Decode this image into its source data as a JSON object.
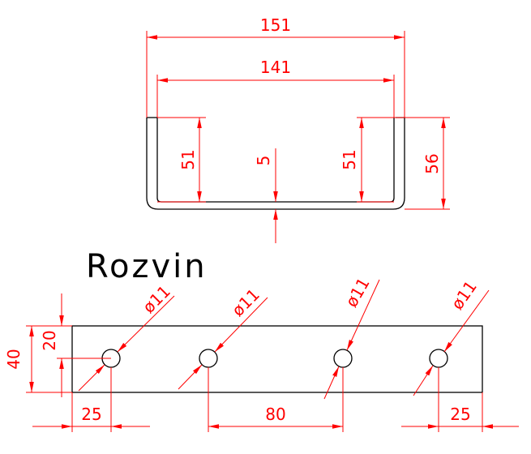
{
  "title": "Rozvin",
  "colors": {
    "dimension": "#ff0000",
    "part": "#000000",
    "background": "#ffffff"
  },
  "profile": {
    "overall_width": "151",
    "inner_width": "141",
    "left_height": "51",
    "thickness": "5",
    "right_inner_height": "51",
    "overall_height": "56"
  },
  "unfolded": {
    "height": "40",
    "hole_offset": "20",
    "hole_diameter_1": "ø11",
    "hole_diameter_2": "ø11",
    "hole_diameter_3": "ø11",
    "hole_diameter_4": "ø11",
    "edge_left": "25",
    "hole_spacing": "80",
    "edge_right": "25"
  }
}
